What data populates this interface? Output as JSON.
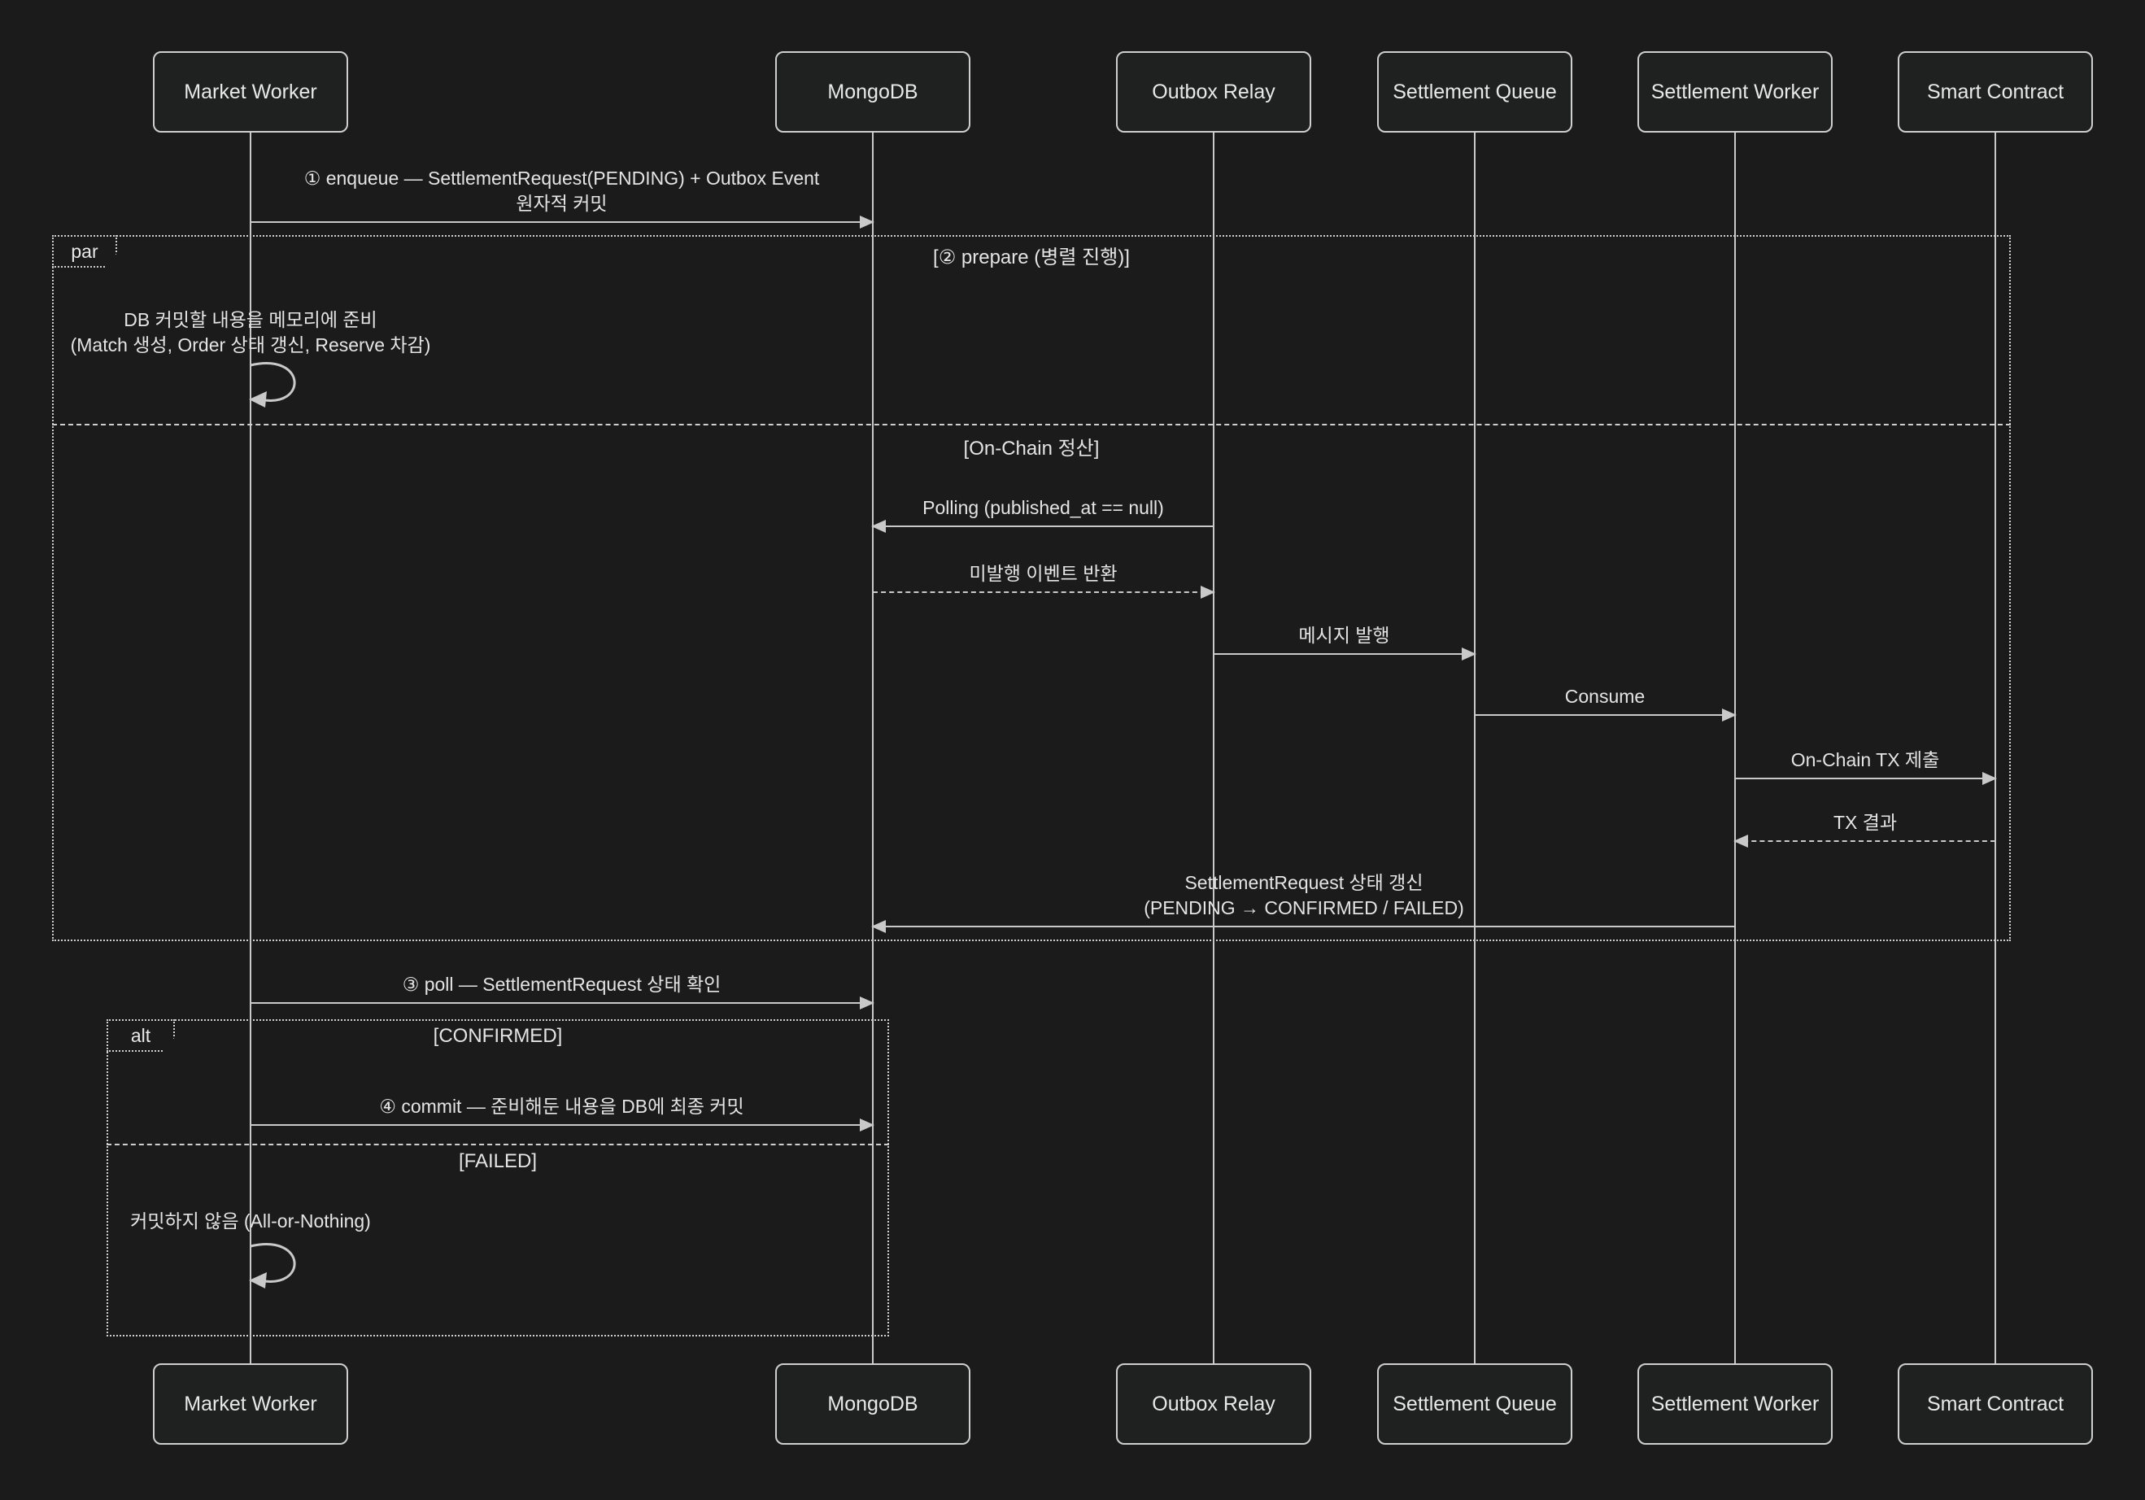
{
  "diagram": {
    "type": "sequence",
    "participants": [
      {
        "name": "Market Worker"
      },
      {
        "name": "MongoDB"
      },
      {
        "name": "Outbox Relay"
      },
      {
        "name": "Settlement Queue"
      },
      {
        "name": "Settlement Worker"
      },
      {
        "name": "Smart Contract"
      }
    ],
    "frames": {
      "par": {
        "label": "par",
        "sections": [
          {
            "label": "[② prepare (병렬 진행)]"
          },
          {
            "label": "[On-Chain 정산]"
          }
        ]
      },
      "alt": {
        "label": "alt",
        "sections": [
          {
            "label": "[CONFIRMED]"
          },
          {
            "label": "[FAILED]"
          }
        ]
      }
    },
    "messages": [
      {
        "from": "Market Worker",
        "to": "MongoDB",
        "style": "solid",
        "label": "① enqueue — SettlementRequest(PENDING) + Outbox Event\n원자적 커밋"
      },
      {
        "from": "Market Worker",
        "to": "Market Worker",
        "style": "self",
        "label": "DB 커밋할 내용을 메모리에 준비\n(Match 생성, Order 상태 갱신, Reserve 차감)"
      },
      {
        "from": "Outbox Relay",
        "to": "MongoDB",
        "style": "solid",
        "label": "Polling (published_at == null)"
      },
      {
        "from": "MongoDB",
        "to": "Outbox Relay",
        "style": "dashed",
        "label": "미발행 이벤트 반환"
      },
      {
        "from": "Outbox Relay",
        "to": "Settlement Queue",
        "style": "solid",
        "label": "메시지 발행"
      },
      {
        "from": "Settlement Queue",
        "to": "Settlement Worker",
        "style": "solid",
        "label": "Consume"
      },
      {
        "from": "Settlement Worker",
        "to": "Smart Contract",
        "style": "solid",
        "label": "On-Chain TX 제출"
      },
      {
        "from": "Smart Contract",
        "to": "Settlement Worker",
        "style": "dashed",
        "label": "TX 결과"
      },
      {
        "from": "Settlement Worker",
        "to": "MongoDB",
        "style": "solid",
        "label": "SettlementRequest 상태 갱신\n(PENDING → CONFIRMED / FAILED)"
      },
      {
        "from": "Market Worker",
        "to": "MongoDB",
        "style": "solid",
        "label": "③ poll — SettlementRequest 상태 확인"
      },
      {
        "from": "Market Worker",
        "to": "MongoDB",
        "style": "solid",
        "label": "④ commit — 준비해둔 내용을 DB에 최종 커밋"
      },
      {
        "from": "Market Worker",
        "to": "Market Worker",
        "style": "self",
        "label": "커밋하지 않음 (All-or-Nothing)"
      }
    ]
  },
  "colors": {
    "background": "#1b1b1b",
    "actor_fill": "#1f2121",
    "actor_border": "#cfcfcf",
    "line": "#c9c9c9",
    "text": "#e4e4e4"
  }
}
